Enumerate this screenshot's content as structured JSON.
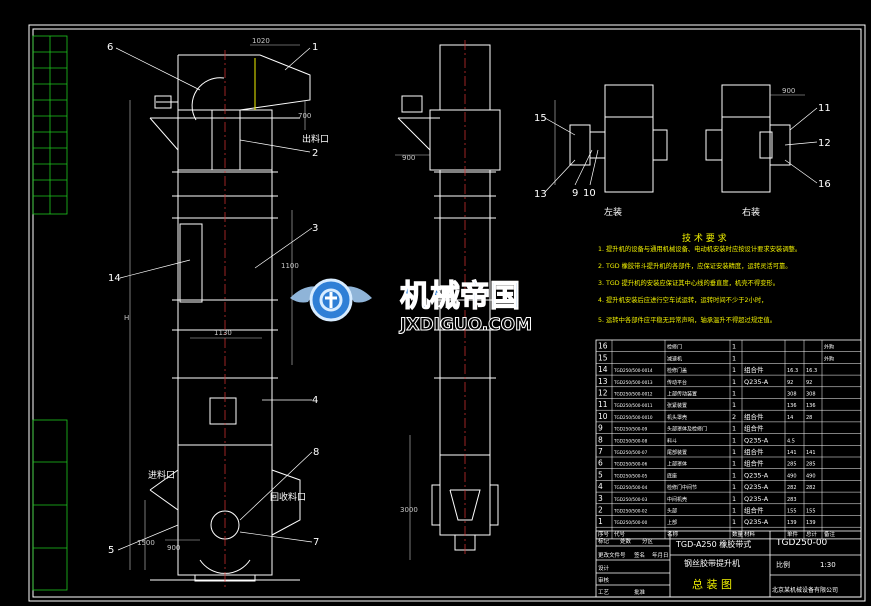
{
  "colors": {
    "background": "#000000",
    "linework": "#ffffff",
    "dims": "#c8c8c8",
    "leader": "#ffffff",
    "accent": "#f2f200",
    "watermark": "#2f7fd6"
  },
  "drawing": {
    "callouts": {
      "c1": "1",
      "c2": "2",
      "c3": "3",
      "c4": "4",
      "c5": "5",
      "c6": "6",
      "c7": "7",
      "c8": "8",
      "c9": "9",
      "c10": "10",
      "c11": "11",
      "c12": "12",
      "c13": "13",
      "c14": "14",
      "c15": "15",
      "c16": "16"
    },
    "labels": {
      "outlet": "出料口",
      "inlet": "进料口",
      "return_inlet": "回收料口",
      "left_view": "左装",
      "right_view": "右装"
    },
    "dimensions": {
      "d_top": "1020",
      "d_mid": "1130",
      "d_side": "1100",
      "d_small": "700",
      "d_bottom": "1500",
      "d_right": "3000",
      "d_h": "H",
      "d_900a": "900",
      "d_900b": "900",
      "d_900c": "900"
    }
  },
  "tech_requirements": {
    "title": "技 术 要 求",
    "items": [
      "1. 提升机的设备与通用机械设备、电动机安装时应按设计要求安装调整。",
      "2. TGD 橡胶带斗提升机的各部件，应保证安装精度，运转灵活可靠。",
      "3. TGD 提升机的安装应保证其中心线的垂直度，机壳不得变形。",
      "4. 提升机安装后应进行空车试运转，运转时间不少于2小时，",
      "5. 运转中各部件应平稳无异常声响，轴承温升不得超过规定值。"
    ]
  },
  "bom": {
    "rows": [
      {
        "no": "16",
        "code": "",
        "name": "检修门",
        "qty": "1",
        "mat": "",
        "w1": "",
        "w2": "",
        "note": "外购"
      },
      {
        "no": "15",
        "code": "",
        "name": "减速机",
        "qty": "1",
        "mat": "",
        "w1": "",
        "w2": "",
        "note": "外购"
      },
      {
        "no": "14",
        "code": "TGD250/500-0014",
        "name": "检修门盖",
        "qty": "1",
        "mat": "组合件",
        "w1": "16.3",
        "w2": "16.3",
        "note": ""
      },
      {
        "no": "13",
        "code": "TGD250/500-0013",
        "name": "传动平台",
        "qty": "1",
        "mat": "Q235-A",
        "w1": "92",
        "w2": "92",
        "note": ""
      },
      {
        "no": "12",
        "code": "TGD250/500-0012",
        "name": "上部传动装置",
        "qty": "1",
        "mat": "",
        "w1": "308",
        "w2": "308",
        "note": ""
      },
      {
        "no": "11",
        "code": "TGD250/500-0011",
        "name": "张紧装置",
        "qty": "1",
        "mat": "",
        "w1": "136",
        "w2": "136",
        "note": ""
      },
      {
        "no": "10",
        "code": "TGD250/500-0010",
        "name": "机头罩壳",
        "qty": "2",
        "mat": "组合件",
        "w1": "14",
        "w2": "28",
        "note": ""
      },
      {
        "no": "9",
        "code": "TGD250/500-09",
        "name": "头部罩体及检修门",
        "qty": "1",
        "mat": "组合件",
        "w1": "",
        "w2": "",
        "note": ""
      },
      {
        "no": "8",
        "code": "TGD250/500-08",
        "name": "料斗",
        "qty": "1",
        "mat": "Q235-A",
        "w1": "4.5",
        "w2": "",
        "note": ""
      },
      {
        "no": "7",
        "code": "TGD250/500-07",
        "name": "尾部装置",
        "qty": "1",
        "mat": "组合件",
        "w1": "141",
        "w2": "141",
        "note": ""
      },
      {
        "no": "6",
        "code": "TGD250/500-06",
        "name": "上部罩体",
        "qty": "1",
        "mat": "组合件",
        "w1": "285",
        "w2": "285",
        "note": ""
      },
      {
        "no": "5",
        "code": "TGD250/500-05",
        "name": "底座",
        "qty": "1",
        "mat": "Q235-A",
        "w1": "490",
        "w2": "490",
        "note": ""
      },
      {
        "no": "4",
        "code": "TGD250/500-04",
        "name": "检修门中间节",
        "qty": "1",
        "mat": "Q235-A",
        "w1": "282",
        "w2": "282",
        "note": ""
      },
      {
        "no": "3",
        "code": "TGD250/500-03",
        "name": "中间机壳",
        "qty": "1",
        "mat": "Q235-A",
        "w1": "283",
        "w2": "",
        "note": ""
      },
      {
        "no": "2",
        "code": "TGD250/500-02",
        "name": "头部",
        "qty": "1",
        "mat": "组合件",
        "w1": "155",
        "w2": "155",
        "note": ""
      },
      {
        "no": "1",
        "code": "TGD250/500-00",
        "name": "上部",
        "qty": "1",
        "mat": "Q235-A",
        "w1": "139",
        "w2": "139",
        "note": ""
      }
    ],
    "header": {
      "no": "序号",
      "code": "代号",
      "name": "名称",
      "qty": "数量",
      "mat": "材料",
      "w1": "单件",
      "w2": "总计",
      "note": "备注"
    }
  },
  "title_block": {
    "model": "TGD-A250 橡胶带式",
    "product": "钢丝胶带提升机",
    "drawing_no": "TGD250-00",
    "drawing_name": "总 装 图",
    "scale_label": "比例",
    "scale": "1:30",
    "company": "北京某机械设备有限公司",
    "row_labels": [
      "标记",
      "处数",
      "分区",
      "更改文件号",
      "签名",
      "年月日"
    ],
    "role_labels": [
      "设计",
      "审核",
      "工艺",
      "批准"
    ]
  },
  "watermark": {
    "brand": "机械帝国",
    "url": "JXDIGUO.COM"
  }
}
